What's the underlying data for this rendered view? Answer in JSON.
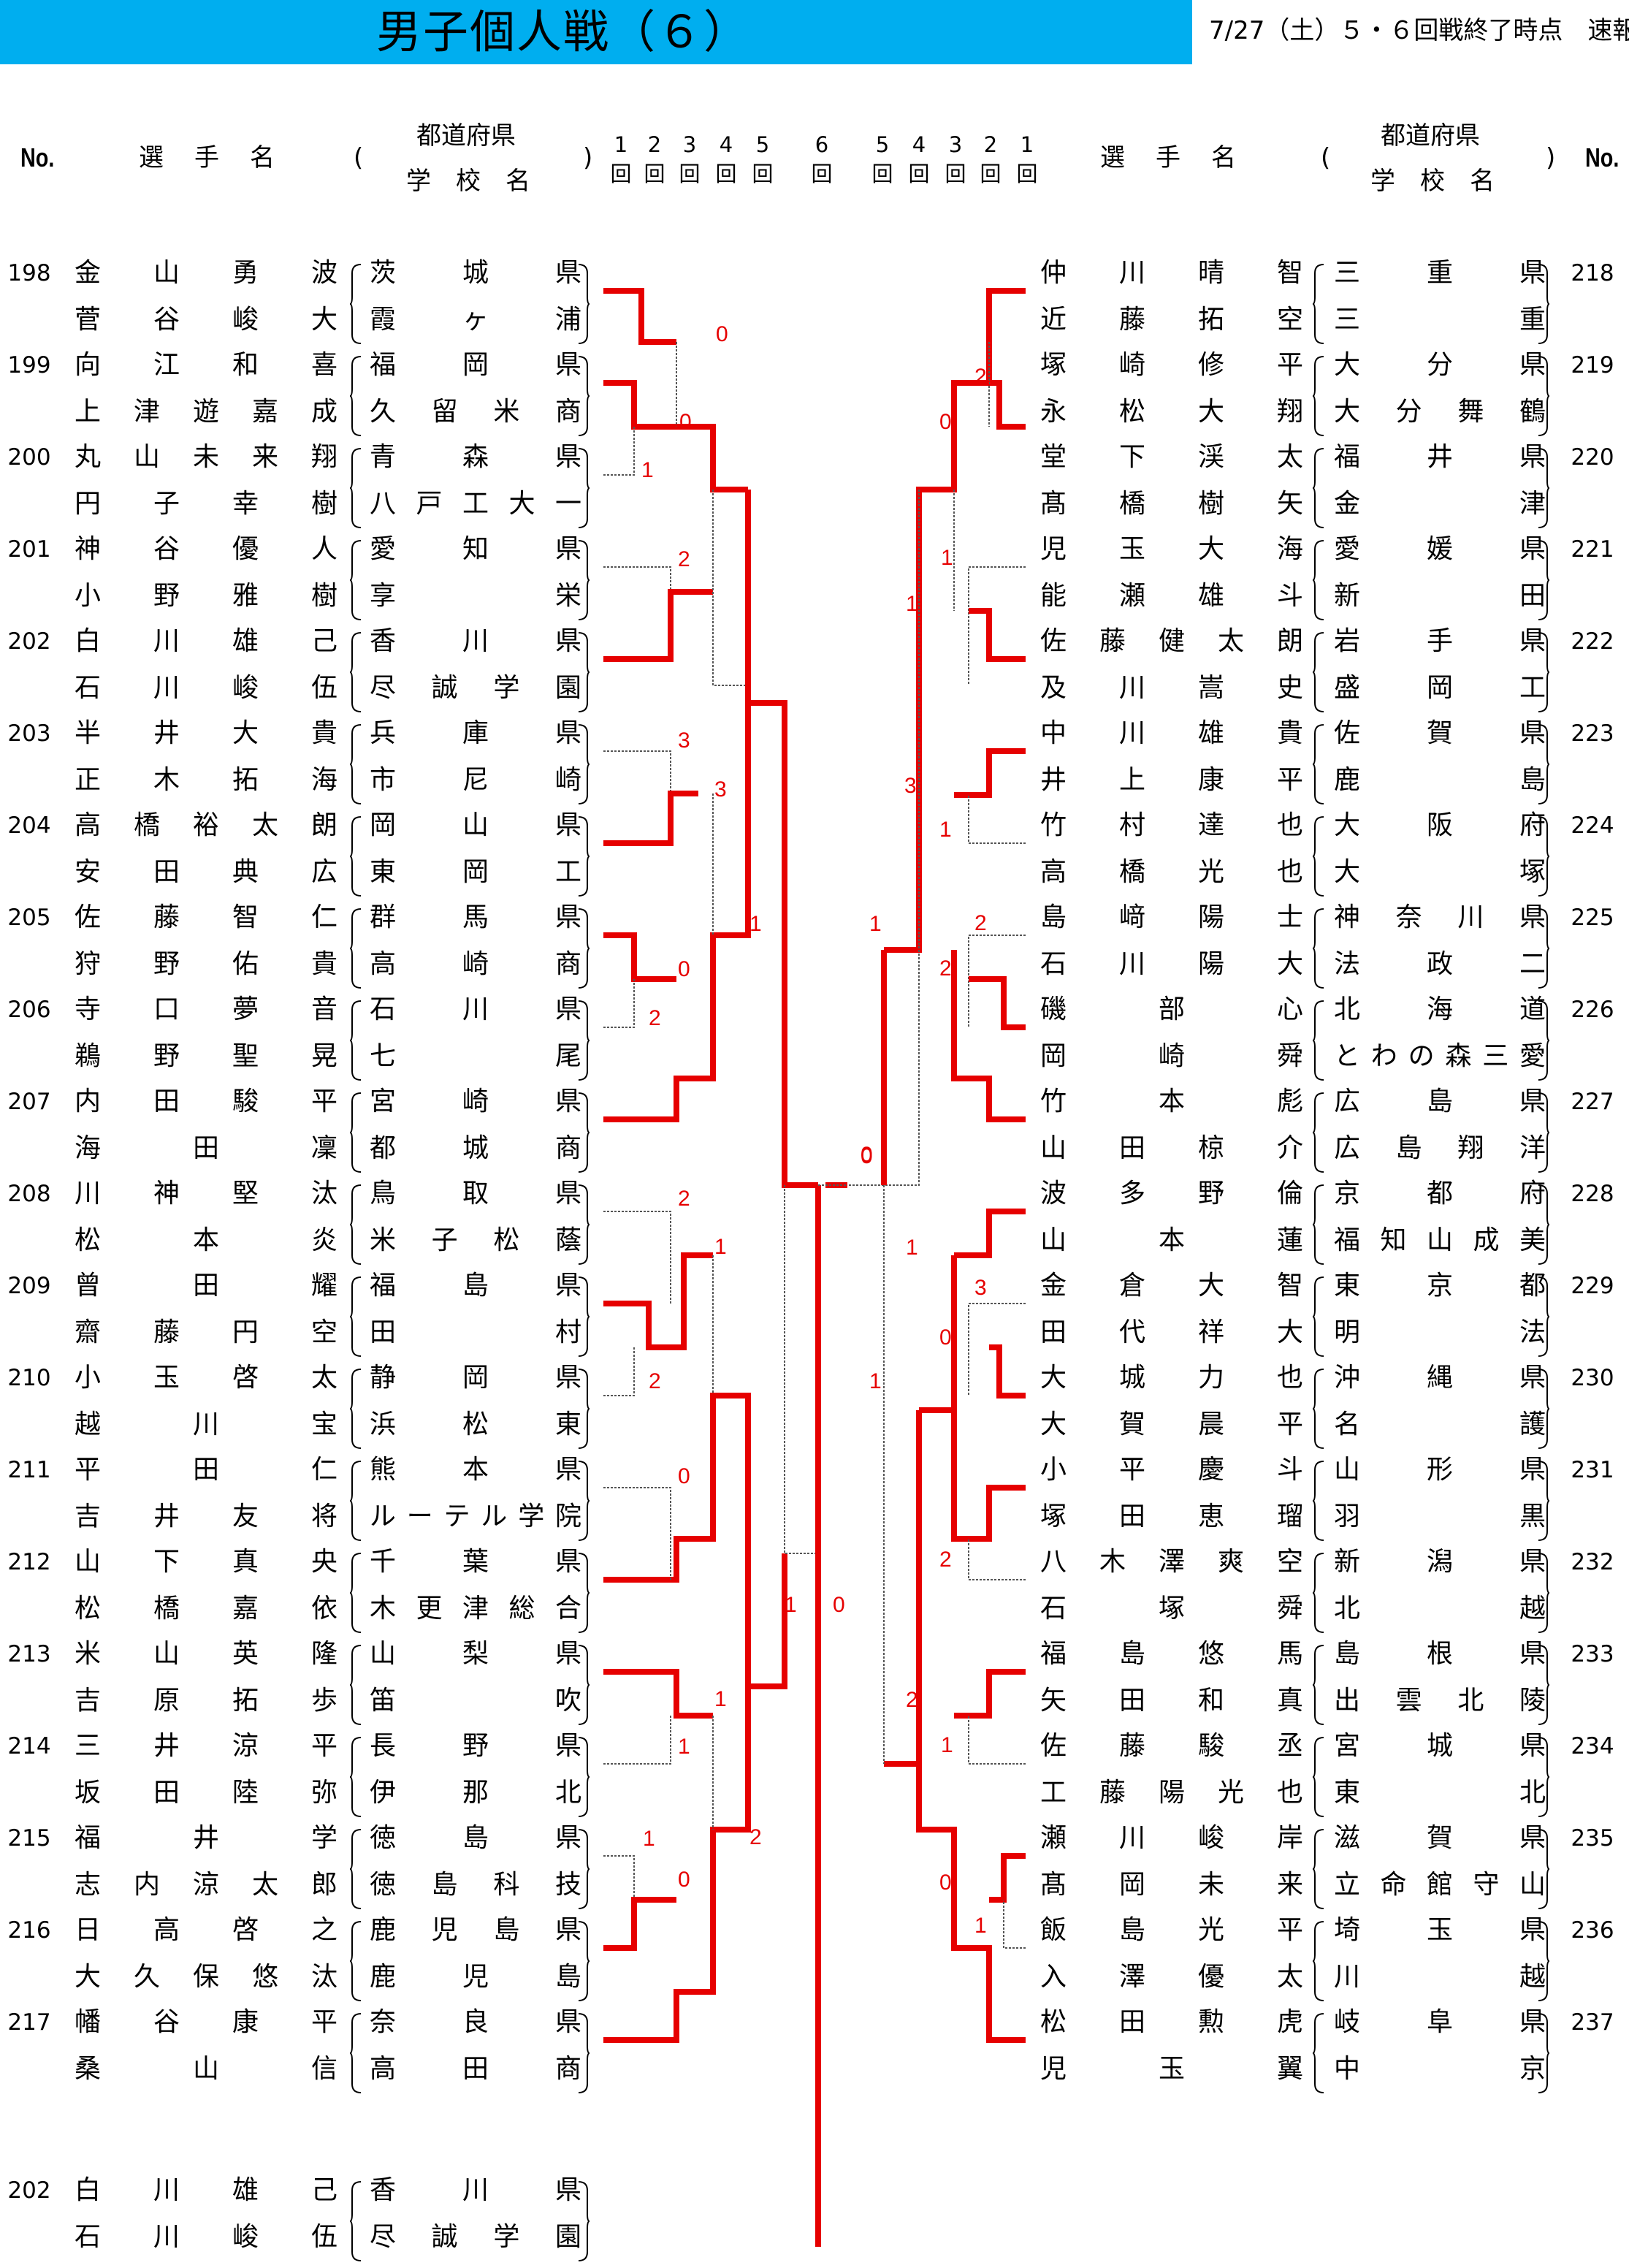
{
  "header": {
    "title": "男子個人戦（６）",
    "date": "7/27（土）５・６回戦終了時点　速報",
    "col_no": "No.",
    "col_name": "選　手　名",
    "paren_open": "(",
    "paren_close": ")",
    "col_pref": "都道府県",
    "col_school": "学　校　名",
    "rounds_left": [
      "1",
      "2",
      "3",
      "4",
      "5",
      "6"
    ],
    "rounds_right": [
      "5",
      "4",
      "3",
      "2",
      "1"
    ],
    "round_suffix": "回"
  },
  "left": [
    {
      "no": "198",
      "p1": "金山勇波",
      "p2": "菅谷峻大",
      "pref": "茨城県",
      "school": "霞ヶ浦"
    },
    {
      "no": "199",
      "p1": "向江和喜",
      "p2": "上津遊嘉成",
      "pref": "福岡県",
      "school": "久留米商"
    },
    {
      "no": "200",
      "p1": "丸山未来翔",
      "p2": "円子幸樹",
      "pref": "青森県",
      "school": "八戸工大一"
    },
    {
      "no": "201",
      "p1": "神谷優人",
      "p2": "小野雅樹",
      "pref": "愛知県",
      "school": "享栄"
    },
    {
      "no": "202",
      "p1": "白川雄己",
      "p2": "石川峻伍",
      "pref": "香川県",
      "school": "尽誠学園"
    },
    {
      "no": "203",
      "p1": "半井大貴",
      "p2": "正木拓海",
      "pref": "兵庫県",
      "school": "市尼崎"
    },
    {
      "no": "204",
      "p1": "高橋裕太朗",
      "p2": "安田典広",
      "pref": "岡山県",
      "school": "東岡工"
    },
    {
      "no": "205",
      "p1": "佐藤智仁",
      "p2": "狩野佑貴",
      "pref": "群馬県",
      "school": "高崎商"
    },
    {
      "no": "206",
      "p1": "寺口夢音",
      "p2": "鵜野聖晃",
      "pref": "石川県",
      "school": "七尾"
    },
    {
      "no": "207",
      "p1": "内田駿平",
      "p2": "海田凜",
      "pref": "宮崎県",
      "school": "都城商"
    },
    {
      "no": "208",
      "p1": "川神堅汰",
      "p2": "松本炎",
      "pref": "鳥取県",
      "school": "米子松蔭"
    },
    {
      "no": "209",
      "p1": "曾田耀",
      "p2": "齋藤円空",
      "pref": "福島県",
      "school": "田村"
    },
    {
      "no": "210",
      "p1": "小玉啓太",
      "p2": "越川宝",
      "pref": "静岡県",
      "school": "浜松東"
    },
    {
      "no": "211",
      "p1": "平田仁",
      "p2": "吉井友将",
      "pref": "熊本県",
      "school": "ルーテル学院"
    },
    {
      "no": "212",
      "p1": "山下真央",
      "p2": "松橋嘉依",
      "pref": "千葉県",
      "school": "木更津総合"
    },
    {
      "no": "213",
      "p1": "米山英隆",
      "p2": "吉原拓歩",
      "pref": "山梨県",
      "school": "笛吹"
    },
    {
      "no": "214",
      "p1": "三井涼平",
      "p2": "坂田陸弥",
      "pref": "長野県",
      "school": "伊那北"
    },
    {
      "no": "215",
      "p1": "福井学",
      "p2": "志内涼太郎",
      "pref": "徳島県",
      "school": "徳島科技"
    },
    {
      "no": "216",
      "p1": "日高啓之",
      "p2": "大久保悠汰",
      "pref": "鹿児島県",
      "school": "鹿児島"
    },
    {
      "no": "217",
      "p1": "幡谷康平",
      "p2": "桑山信",
      "pref": "奈良県",
      "school": "高田商"
    }
  ],
  "right": [
    {
      "no": "218",
      "p1": "仲川晴智",
      "p2": "近藤拓空",
      "pref": "三重県",
      "school": "三重"
    },
    {
      "no": "219",
      "p1": "塚崎修平",
      "p2": "永松大翔",
      "pref": "大分県",
      "school": "大分舞鶴"
    },
    {
      "no": "220",
      "p1": "堂下渓太",
      "p2": "髙橋樹矢",
      "pref": "福井県",
      "school": "金津"
    },
    {
      "no": "221",
      "p1": "児玉大海",
      "p2": "能瀬雄斗",
      "pref": "愛媛県",
      "school": "新田"
    },
    {
      "no": "222",
      "p1": "佐藤健太朗",
      "p2": "及川嵩史",
      "pref": "岩手県",
      "school": "盛岡工"
    },
    {
      "no": "223",
      "p1": "中川雄貴",
      "p2": "井上康平",
      "pref": "佐賀県",
      "school": "鹿島"
    },
    {
      "no": "224",
      "p1": "竹村達也",
      "p2": "高橋光也",
      "pref": "大阪府",
      "school": "大塚"
    },
    {
      "no": "225",
      "p1": "島﨑陽士",
      "p2": "石川陽大",
      "pref": "神奈川県",
      "school": "法政二"
    },
    {
      "no": "226",
      "p1": "磯部心",
      "p2": "岡崎舜",
      "pref": "北海道",
      "school": "とわの森三愛"
    },
    {
      "no": "227",
      "p1": "竹本彪",
      "p2": "山田椋介",
      "pref": "広島県",
      "school": "広島翔洋"
    },
    {
      "no": "228",
      "p1": "波多野倫",
      "p2": "山本蓮",
      "pref": "京都府",
      "school": "福知山成美"
    },
    {
      "no": "229",
      "p1": "金倉大智",
      "p2": "田代祥大",
      "pref": "東京都",
      "school": "明法"
    },
    {
      "no": "230",
      "p1": "大城力也",
      "p2": "大賀晨平",
      "pref": "沖縄県",
      "school": "名護"
    },
    {
      "no": "231",
      "p1": "小平慶斗",
      "p2": "塚田恵瑠",
      "pref": "山形県",
      "school": "羽黒"
    },
    {
      "no": "232",
      "p1": "八木澤爽空",
      "p2": "石塚舜",
      "pref": "新潟県",
      "school": "北越"
    },
    {
      "no": "233",
      "p1": "福島悠馬",
      "p2": "矢田和真",
      "pref": "島根県",
      "school": "出雲北陵"
    },
    {
      "no": "234",
      "p1": "佐藤駿丞",
      "p2": "工藤陽光也",
      "pref": "宮城県",
      "school": "東北"
    },
    {
      "no": "235",
      "p1": "瀬川峻岸",
      "p2": "髙岡未来",
      "pref": "滋賀県",
      "school": "立命館守山"
    },
    {
      "no": "236",
      "p1": "飯島光平",
      "p2": "入澤優太",
      "pref": "埼玉県",
      "school": "川越"
    },
    {
      "no": "237",
      "p1": "松田勲虎",
      "p2": "児玉翼",
      "pref": "岐阜県",
      "school": "中京"
    }
  ],
  "winner": {
    "no": "202",
    "p1": "白川雄己",
    "p2": "石川峻伍",
    "pref": "香川県",
    "school": "尽誠学園"
  },
  "scores_left": [
    {
      "pos": "a",
      "v": "0"
    },
    {
      "pos": "b",
      "v": "0"
    },
    {
      "pos": "c",
      "v": "1"
    },
    {
      "pos": "d",
      "v": "2"
    },
    {
      "pos": "e",
      "v": "3"
    },
    {
      "pos": "f",
      "v": "3"
    },
    {
      "pos": "g",
      "v": "1"
    },
    {
      "pos": "h",
      "v": "0"
    },
    {
      "pos": "i",
      "v": "2"
    },
    {
      "pos": "j",
      "v": "2"
    },
    {
      "pos": "k",
      "v": "1"
    },
    {
      "pos": "l",
      "v": "2"
    },
    {
      "pos": "m",
      "v": "0"
    },
    {
      "pos": "n",
      "v": "1"
    },
    {
      "pos": "o",
      "v": "1"
    },
    {
      "pos": "p",
      "v": "1"
    },
    {
      "pos": "q",
      "v": "1"
    },
    {
      "pos": "r",
      "v": "2"
    },
    {
      "pos": "s",
      "v": "0"
    }
  ],
  "scores_right": [
    {
      "pos": "a",
      "v": "2"
    },
    {
      "pos": "b",
      "v": "0"
    },
    {
      "pos": "c",
      "v": "1"
    },
    {
      "pos": "d",
      "v": "1"
    },
    {
      "pos": "e",
      "v": "3"
    },
    {
      "pos": "f",
      "v": "1"
    },
    {
      "pos": "g",
      "v": "2"
    },
    {
      "pos": "h",
      "v": "1"
    },
    {
      "pos": "i",
      "v": "2"
    },
    {
      "pos": "j",
      "v": "0"
    },
    {
      "pos": "k",
      "v": "1"
    },
    {
      "pos": "l",
      "v": "3"
    },
    {
      "pos": "m",
      "v": "0"
    },
    {
      "pos": "n",
      "v": "1"
    },
    {
      "pos": "o",
      "v": "2"
    },
    {
      "pos": "p",
      "v": "0"
    },
    {
      "pos": "q",
      "v": "2"
    },
    {
      "pos": "r",
      "v": "1"
    },
    {
      "pos": "s",
      "v": "0"
    },
    {
      "pos": "t",
      "v": "1"
    }
  ],
  "final_score": "0"
}
